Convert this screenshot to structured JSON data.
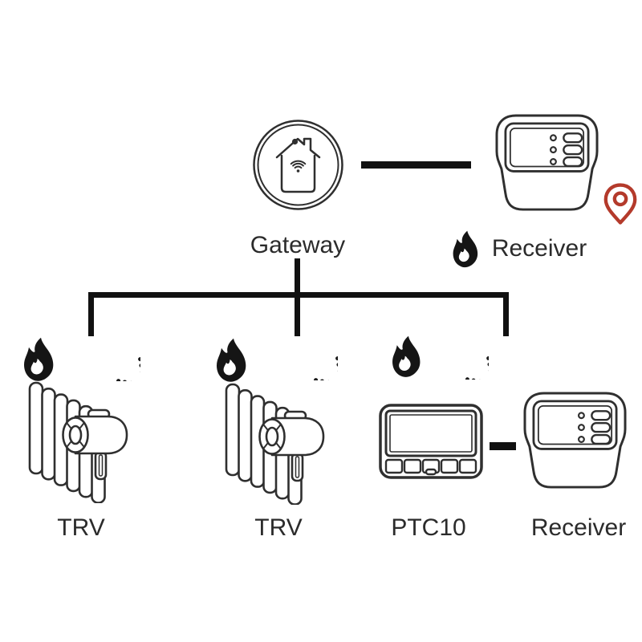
{
  "diagram": {
    "type": "topology",
    "nodes": {
      "gateway": {
        "label": "Gateway",
        "icon": "smart-home-gateway-icon"
      },
      "receiver_top": {
        "label": "Receiver",
        "icon": "receiver-box-icon",
        "badges": [
          "flame-icon",
          "location-pin-icon"
        ]
      },
      "trv_left": {
        "label": "TRV",
        "icon": "radiator-valve-icon",
        "badges": [
          "flame-icon",
          "wireless-signal-icon"
        ]
      },
      "trv_middle": {
        "label": "TRV",
        "icon": "radiator-valve-icon",
        "badges": [
          "flame-icon",
          "wireless-signal-icon"
        ]
      },
      "ptc10": {
        "label": "PTC10",
        "icon": "thermostat-icon",
        "badges": [
          "flame-icon",
          "wireless-signal-icon"
        ]
      },
      "receiver_bottom": {
        "label": "Receiver",
        "icon": "receiver-box-icon"
      }
    },
    "edges": [
      {
        "from": "gateway",
        "to": "receiver_top",
        "style": "thick-segment"
      },
      {
        "from": "gateway",
        "to": "trv_left",
        "style": "tree-branch"
      },
      {
        "from": "gateway",
        "to": "trv_middle",
        "style": "tree-branch"
      },
      {
        "from": "gateway",
        "to": "ptc10",
        "style": "tree-branch"
      },
      {
        "from": "ptc10",
        "to": "receiver_bottom",
        "style": "thick-segment"
      }
    ],
    "colors": {
      "background": "#ffffff",
      "connector_line": "#111111",
      "device_outline": "#2f2f2f",
      "icon_black": "#151515",
      "accent_red": "#b43a2b",
      "text": "#2b2b2b"
    }
  }
}
